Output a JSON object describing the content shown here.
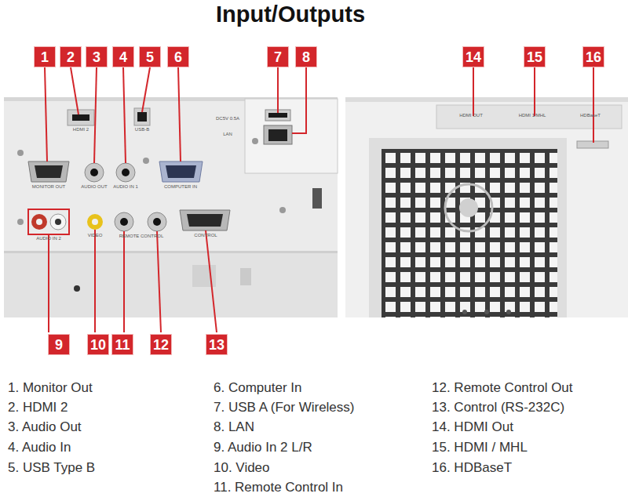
{
  "diagram": {
    "title": "Input/Outputs",
    "nodes": [
      {
        "text": [
          "1"
        ]
      },
      {
        "text": [
          "2"
        ]
      },
      {
        "text": [
          "3"
        ]
      },
      {
        "text": [
          "4"
        ]
      },
      {
        "text": [
          "5"
        ]
      },
      {
        "text": [
          "6"
        ]
      },
      {
        "text": [
          "7"
        ]
      },
      {
        "text": [
          "8"
        ]
      },
      {
        "text": [
          "14"
        ]
      },
      {
        "text": [
          "15"
        ]
      },
      {
        "text": [
          "16"
        ]
      },
      {
        "text": [
          "9"
        ]
      },
      {
        "text": [
          "10"
        ]
      },
      {
        "text": [
          "11"
        ]
      },
      {
        "text": [
          "12"
        ]
      },
      {
        "text": [
          "13"
        ]
      }
    ],
    "labels": [
      "1. Monitor Out",
      "2. HDMI 2",
      "3. Audio Out",
      "4. Audio In",
      "5. USB Type B",
      "6. Computer In",
      "7. USB A (For Wireless)",
      "8. LAN",
      "9. Audio In 2 L/R",
      "10. Video",
      "11. Remote Control In",
      "12. Remote Control Out",
      "13. Control (RS-232C)",
      "14. HDMI Out",
      "15. HDMI / MHL",
      "16. HDBaseT",
      "HDMI 2",
      "USB-B",
      "MONITOR OUT",
      "AUDIO OUT",
      "AUDIO IN 1",
      "COMPUTER IN",
      "AUDIO IN 2",
      "VIDEO",
      "REMOTE CONTROL",
      "CONTROL",
      "DC5V 0.5A",
      "LAN",
      "HDMI OUT",
      "HDMI 1/MHL",
      "HDBaseT"
    ]
  }
}
